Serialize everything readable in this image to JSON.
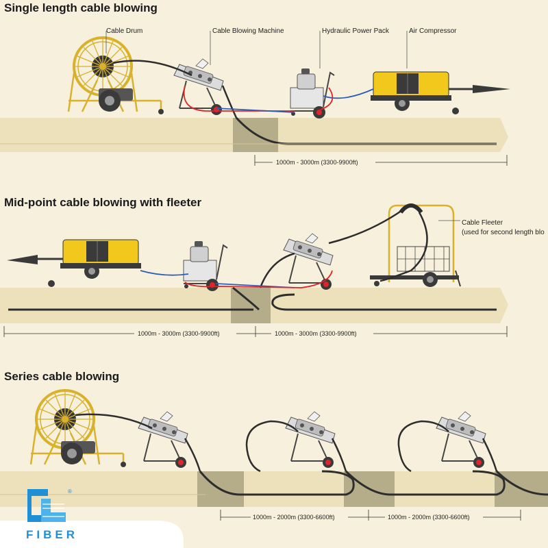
{
  "sections": [
    {
      "title": "Single length cable blowing",
      "labels": {
        "cable_drum": "Cable Drum",
        "cable_blowing_machine": "Cable Blowing Machine",
        "hydraulic_power_pack": "Hydraulic Power Pack",
        "air_compressor": "Air Compressor"
      },
      "distance": "1000m - 3000m (3300-9900ft)"
    },
    {
      "title": "Mid-point cable blowing with fleeter",
      "labels": {
        "cable_fleeter": "Cable Fleeter",
        "cable_fleeter_note": "(used for second length blo"
      },
      "distances": [
        "1000m - 3000m (3300-9900ft)",
        "1000m - 3000m (3300-9900ft)"
      ]
    },
    {
      "title": "Series cable blowing",
      "distances": [
        "1000m - 2000m (3300-6600ft)",
        "1000m - 2000m (3300-6600ft)"
      ]
    }
  ],
  "logo": {
    "text": "FIBER",
    "mark": "CL",
    "registered": "®"
  },
  "colors": {
    "background": "#f6f0dc",
    "ground": "#ece1bb",
    "trench": "#b5ac8a",
    "compressor": "#f2c81d",
    "machine": "#d9d9d9",
    "hose_red": "#e0242a",
    "hose_blue": "#2b5db8",
    "logo_blue": "#1f8fd6"
  }
}
